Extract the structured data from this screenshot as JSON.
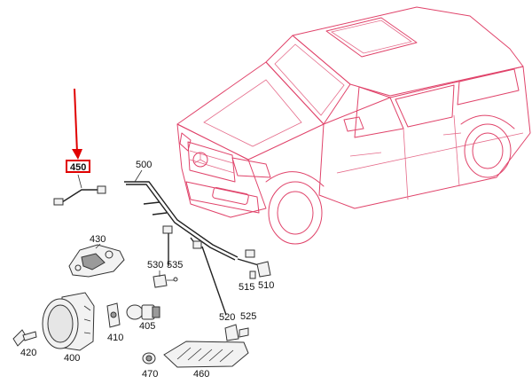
{
  "parts": {
    "p450": "450",
    "p500": "500",
    "p430": "430",
    "p530": "530",
    "p535": "535",
    "p515": "515",
    "p510": "510",
    "p520": "520",
    "p525": "525",
    "p405": "405",
    "p410": "410",
    "p400": "400",
    "p420": "420",
    "p470": "470",
    "p460": "460"
  },
  "highlight": {
    "part": "450",
    "color": "#e00000"
  },
  "colors": {
    "vehicle_outline": "#e0436a",
    "parts_outline": "#333333"
  }
}
